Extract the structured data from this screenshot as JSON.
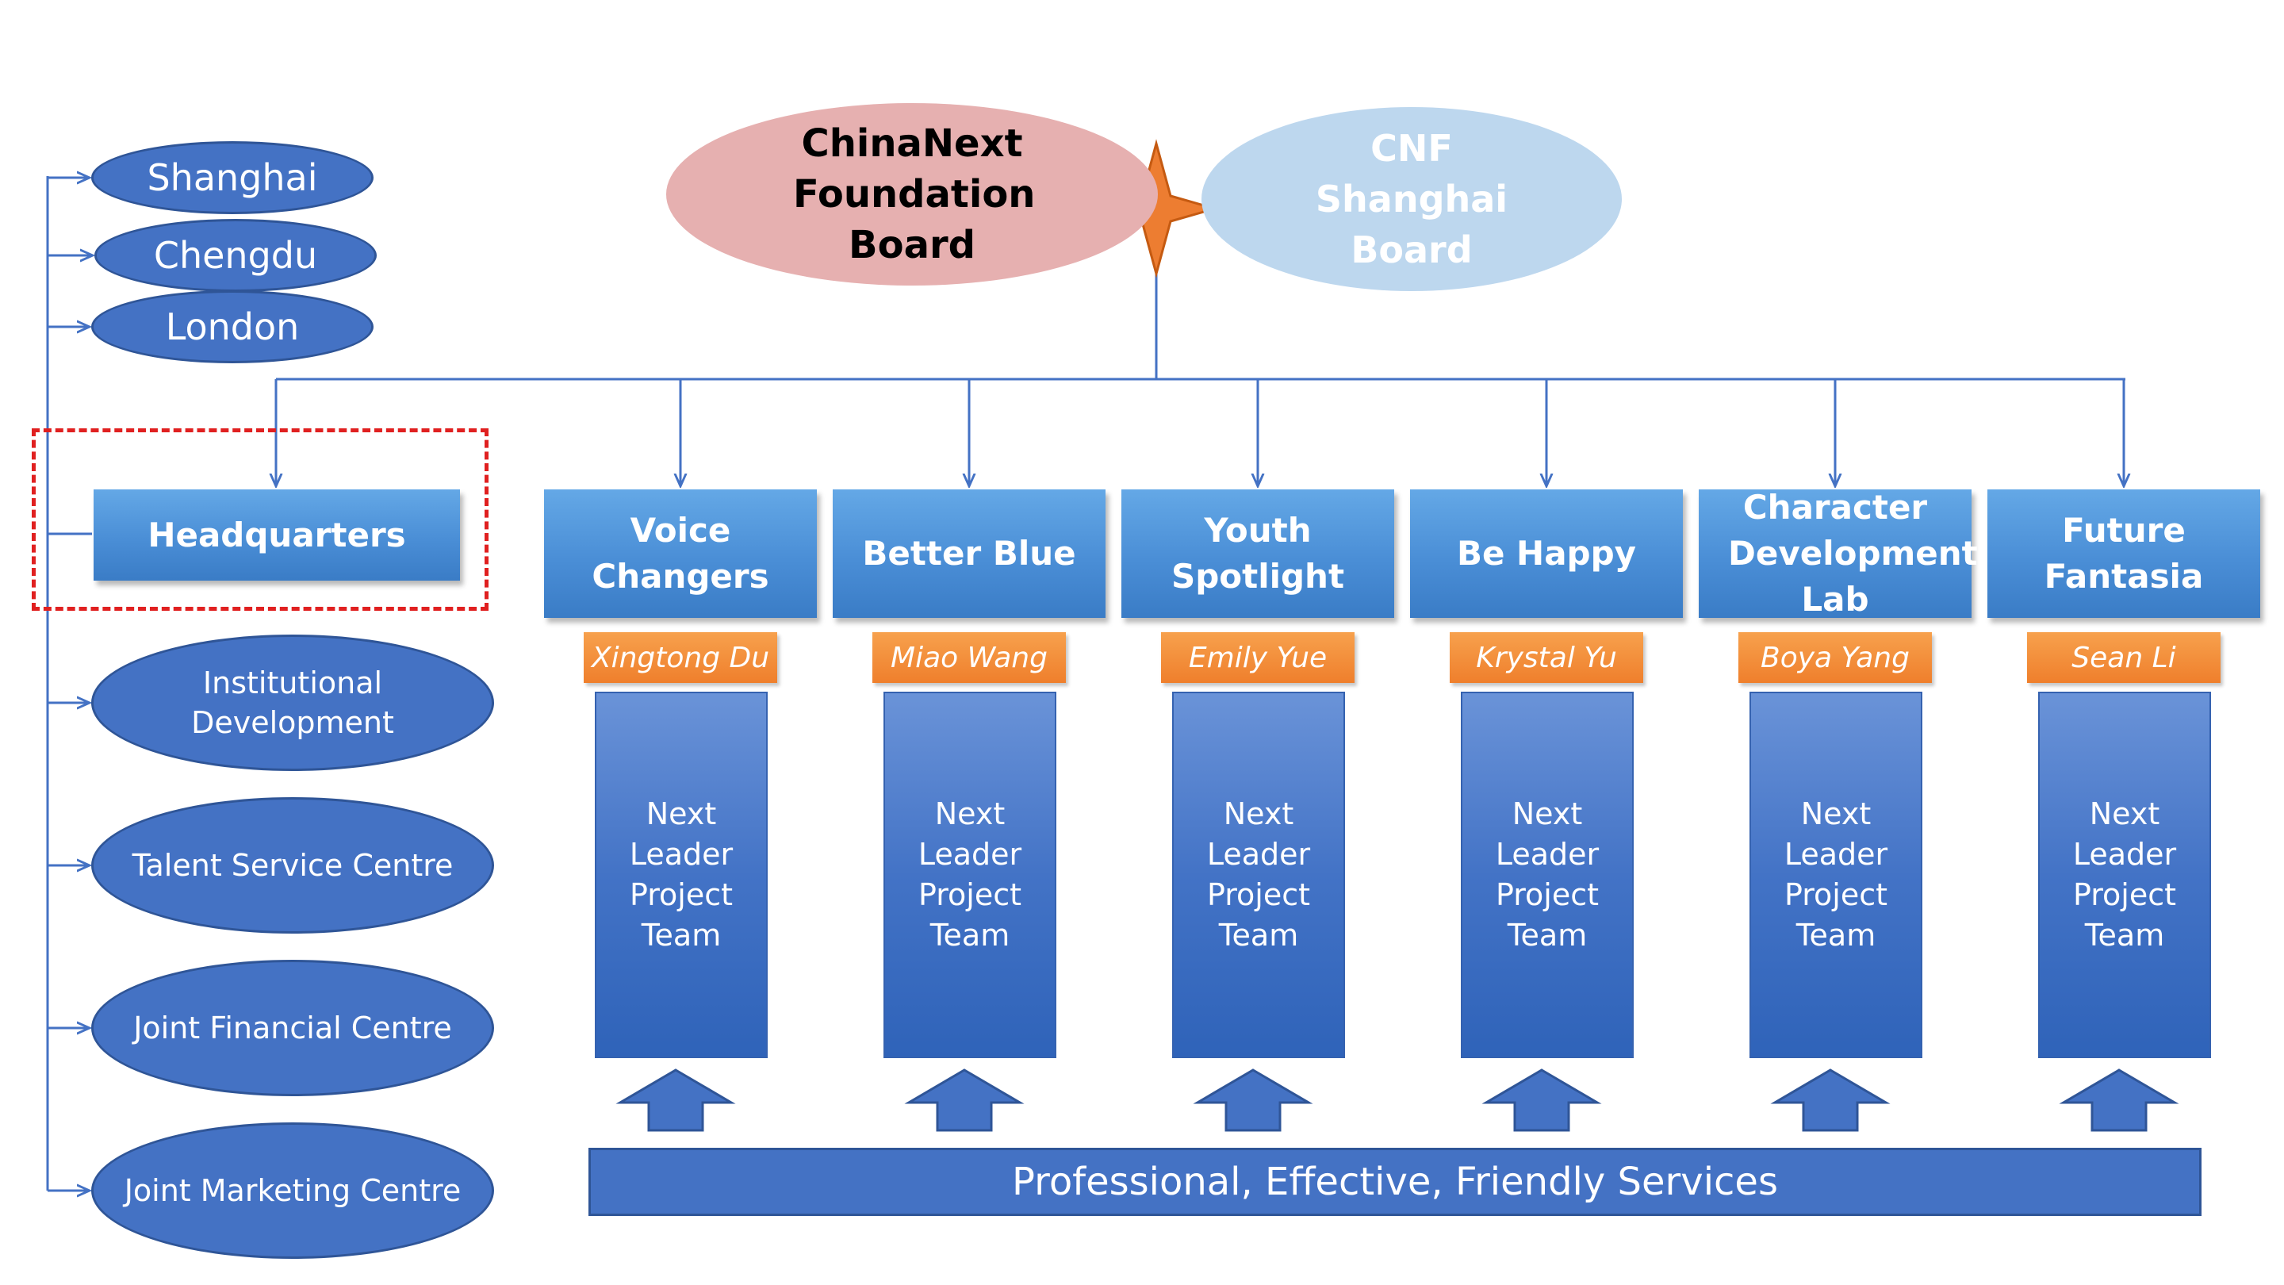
{
  "boards": {
    "main": "ChinaNext Foundation Board",
    "shanghai": "CNF Shanghai Board"
  },
  "offices": [
    "Shanghai",
    "Chengdu",
    "London"
  ],
  "headquarters": "Headquarters",
  "functions": [
    "Institutional Development",
    "Talent Service Centre",
    "Joint Financial Centre",
    "Joint Marketing Centre"
  ],
  "programs": [
    {
      "name": "Voice Changers",
      "leader": "Xingtong Du",
      "team": "Next Leader Project Team"
    },
    {
      "name": "Better Blue",
      "leader": "Miao Wang",
      "team": "Next Leader Project Team"
    },
    {
      "name": "Youth Spotlight",
      "leader": "Emily Yue",
      "team": "Next Leader Project Team"
    },
    {
      "name": "Be Happy",
      "leader": "Krystal Yu",
      "team": "Next Leader Project Team"
    },
    {
      "name": "Character Development Lab",
      "leader": "Boya Yang",
      "team": "Next Leader Project Team"
    },
    {
      "name": "Future Fantasia",
      "leader": "Sean Li",
      "team": "Next Leader Project Team"
    }
  ],
  "services": "Professional, Effective, Friendly Services",
  "colors": {
    "node_blue": "#4472c4",
    "header_blue": "#5b9bd5",
    "leader_orange": "#ed7d31",
    "board_pink": "#e6b0b0",
    "board_light_blue": "#bdd7ee",
    "highlight_red": "#e02020"
  }
}
